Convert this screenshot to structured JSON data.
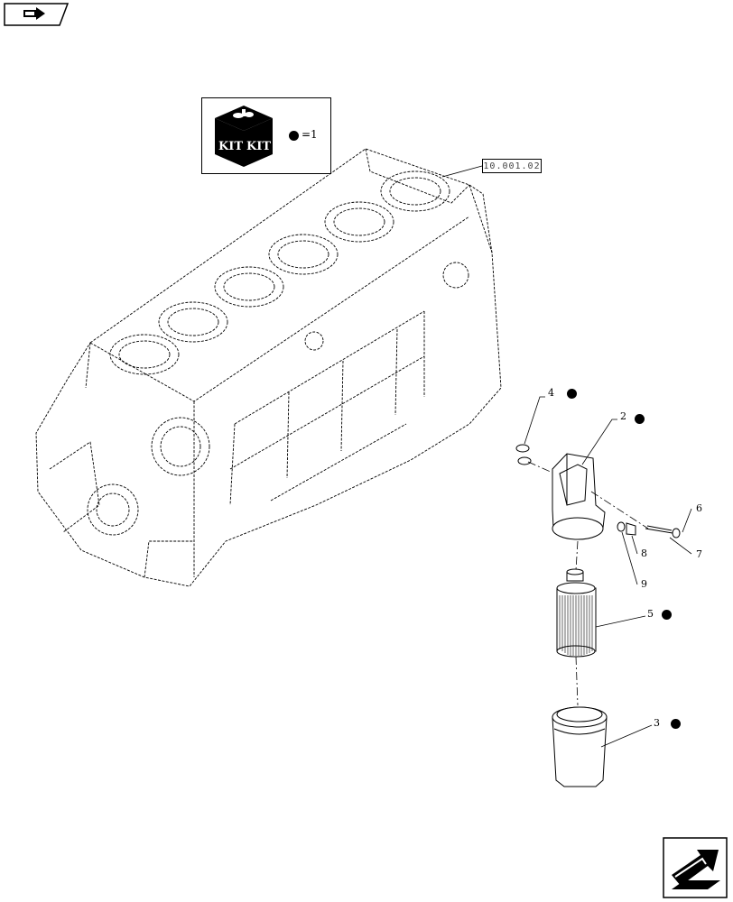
{
  "kit_box": {
    "kit_label_1": "KIT",
    "kit_label_2": "KIT",
    "equals_text": "=1"
  },
  "reference": {
    "label": "10.001.02"
  },
  "callouts": [
    {
      "id": "4",
      "bullet": true
    },
    {
      "id": "2",
      "bullet": true
    },
    {
      "id": "6",
      "bullet": false
    },
    {
      "id": "7",
      "bullet": false
    },
    {
      "id": "8",
      "bullet": false
    },
    {
      "id": "9",
      "bullet": false
    },
    {
      "id": "5",
      "bullet": true
    },
    {
      "id": "3",
      "bullet": true
    }
  ],
  "icons": {
    "prev": "prev-page-arrow-icon",
    "next": "next-page-arrow-icon",
    "kit": "kit-box-icon"
  }
}
